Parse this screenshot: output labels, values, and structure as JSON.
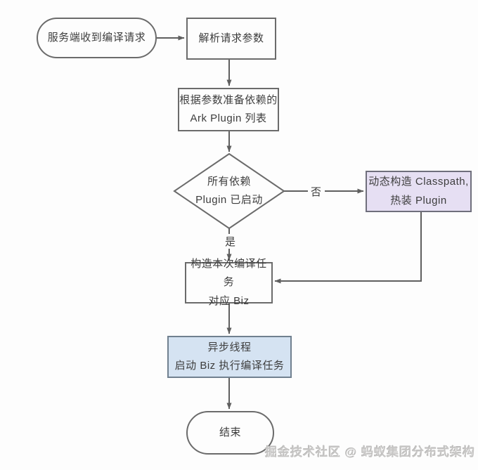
{
  "diagram": {
    "title": "compile-request-flowchart",
    "nodes": {
      "start": {
        "label": "服务端收到编译请求",
        "shape": "terminator"
      },
      "parse": {
        "label": "解析请求参数",
        "shape": "process"
      },
      "prepare": {
        "label": "根据参数准备依赖的\nArk Plugin 列表",
        "shape": "process"
      },
      "decision": {
        "label": "所有依赖\nPlugin 已启动",
        "shape": "decision"
      },
      "hotload": {
        "label": "动态构造 Classpath,\n热装 Plugin",
        "shape": "process",
        "fill": "#e6dff3"
      },
      "construct": {
        "label": "构造本次编译任务\n对应 Biz",
        "shape": "process"
      },
      "async": {
        "label": "异步线程\n启动 Biz 执行编译任务",
        "shape": "process",
        "fill": "#d5e3f2"
      },
      "end": {
        "label": "结束",
        "shape": "terminator"
      }
    },
    "edge_labels": {
      "no": "否",
      "yes": "是"
    },
    "colors": {
      "line": "#5f5f5f",
      "node_border": "#6b6b6b",
      "node_fill": "#fdfdfd",
      "hotload_fill": "#e6dff3",
      "async_fill": "#d5e3f2",
      "text": "#3d3d3d",
      "background": "#fdfdfd"
    }
  },
  "watermark": {
    "text": "掘金技术社区 @ 蚂蚁集团分布式架构"
  }
}
